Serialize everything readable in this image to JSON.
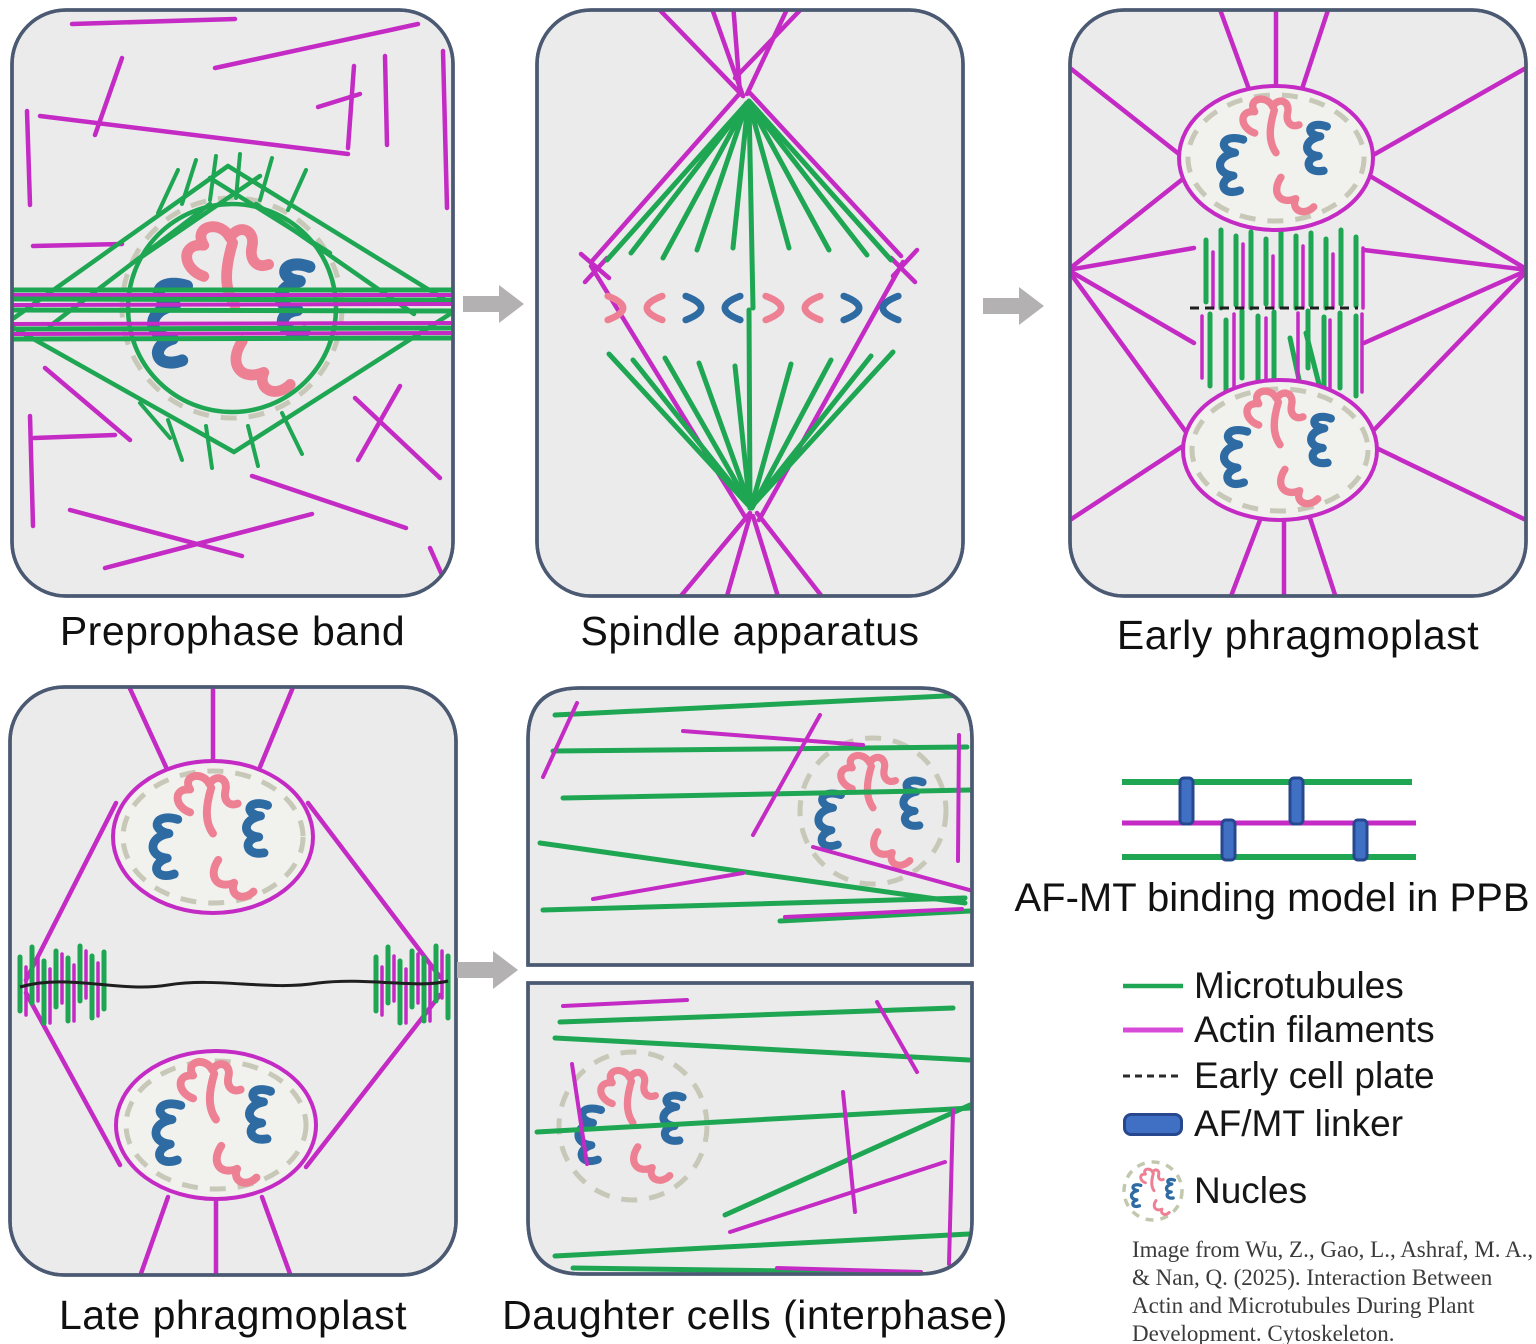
{
  "panels": [
    {
      "id": "preprophase-band",
      "label": "Preprophase band"
    },
    {
      "id": "spindle-apparatus",
      "label": "Spindle apparatus"
    },
    {
      "id": "early-phragmoplast",
      "label": "Early phragmoplast"
    },
    {
      "id": "late-phragmoplast",
      "label": "Late phragmoplast"
    },
    {
      "id": "daughter-cells",
      "label": "Daughter cells (interphase)"
    }
  ],
  "legend": {
    "model_title": "AF-MT binding model in PPB",
    "items": [
      {
        "name": "microtubules",
        "label": "Microtubules",
        "swatch": "green-line"
      },
      {
        "name": "actin-filaments",
        "label": "Actin filaments",
        "swatch": "magenta-line"
      },
      {
        "name": "early-cell-plate",
        "label": "Early cell plate",
        "swatch": "black-dashed-line"
      },
      {
        "name": "af-mt-linker",
        "label": "AF/MT linker",
        "swatch": "blue-rounded-rect"
      },
      {
        "name": "nucleus",
        "label": "Nucles",
        "swatch": "dashed-circle-with-chromatin"
      }
    ]
  },
  "citation": {
    "lines": [
      "Image from Wu, Z., Gao, L., Ashraf, M. A.,",
      "& Nan, Q. (2025). Interaction Between",
      "Actin and Microtubules During Plant",
      "Development. Cytoskeleton."
    ]
  },
  "colors": {
    "microtubule_green": "#1ea653",
    "actin_magenta": "#c42ac4",
    "linker_blue_fill": "#3f70c4",
    "linker_blue_border": "#27488f",
    "chromatin_pink": "#ee8094",
    "chromatin_blue": "#2e6ba2",
    "cell_fill": "#ebebeb",
    "cell_border": "#4b5a72",
    "nucleus_dash": "#c8c8b8",
    "cell_plate_black": "#1f1f1f",
    "arrow_gray": "#b3b1b1"
  }
}
